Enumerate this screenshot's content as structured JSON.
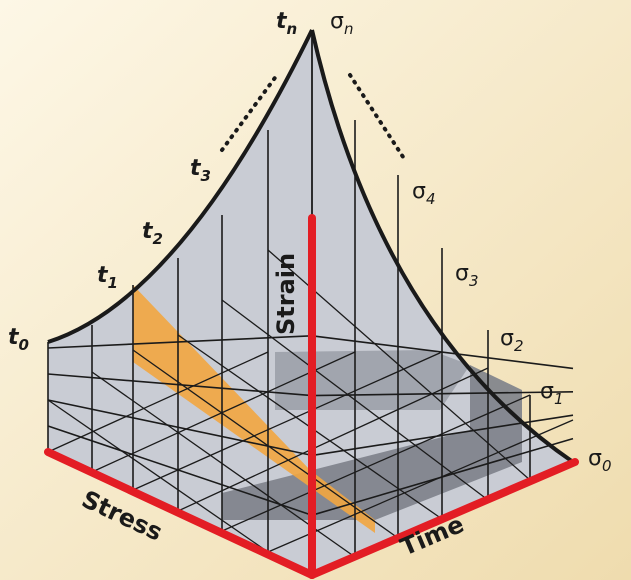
{
  "colors": {
    "background_light": "#fdf6e4",
    "background_dark": "#efdcae",
    "surface": "#c9ccd4",
    "surface_shadow": "#8b8f98",
    "highlight_plane": "#f2a640",
    "axis": "#e31d24",
    "grid_line": "#1b1b1b"
  },
  "time_labels": [
    {
      "main": "t",
      "sub": "0"
    },
    {
      "main": "t",
      "sub": "1"
    },
    {
      "main": "t",
      "sub": "2"
    },
    {
      "main": "t",
      "sub": "3"
    },
    {
      "main": "t",
      "sub": "n"
    }
  ],
  "stress_labels": [
    {
      "main": "σ",
      "sub": "0"
    },
    {
      "main": "σ",
      "sub": "1"
    },
    {
      "main": "σ",
      "sub": "2"
    },
    {
      "main": "σ",
      "sub": "3"
    },
    {
      "main": "σ",
      "sub": "4"
    },
    {
      "main": "σ",
      "sub": "n"
    }
  ],
  "axes": {
    "stress": "Stress",
    "time": "Time",
    "strain": "Strain"
  }
}
